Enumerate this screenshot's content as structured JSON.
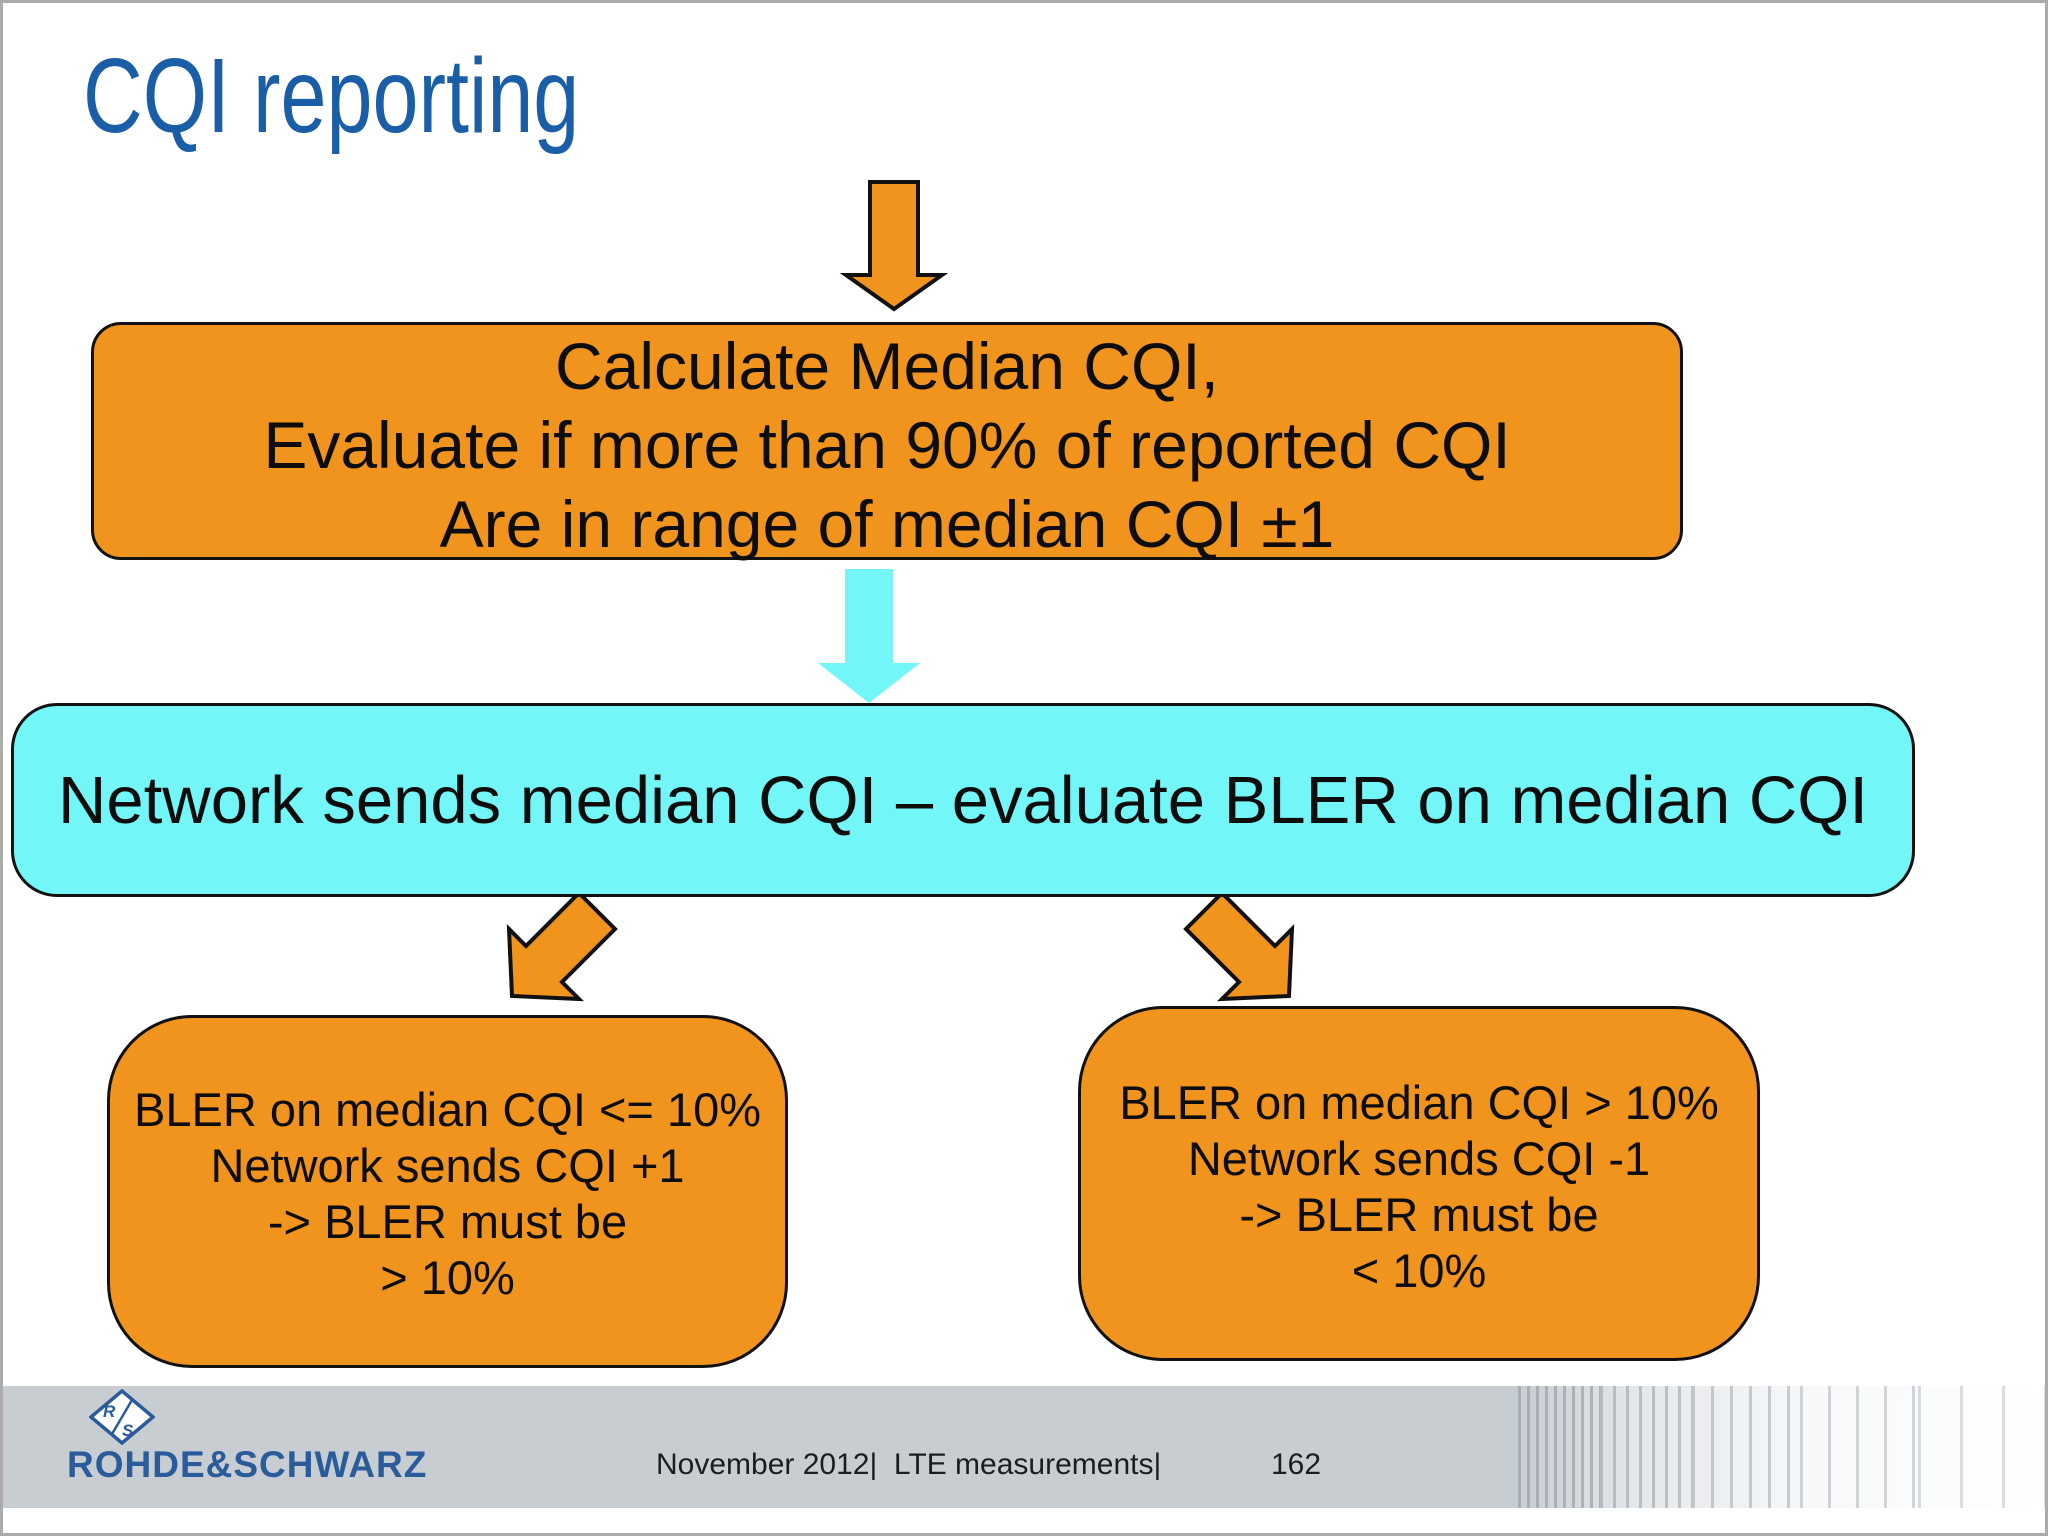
{
  "slide": {
    "title": "CQI reporting"
  },
  "flow": {
    "top_box": {
      "lines": [
        "Calculate Median CQI,",
        "Evaluate if more than 90% of reported CQI",
        "Are in range of median CQI ±1"
      ]
    },
    "middle_box": {
      "text": "Network sends median CQI – evaluate BLER on median CQI"
    },
    "left_box": {
      "lines": [
        "BLER on median CQI <= 10%",
        "Network sends CQI +1",
        "-> BLER must be",
        "> 10%"
      ]
    },
    "right_box": {
      "lines": [
        "BLER on median CQI > 10%",
        "Network sends CQI -1",
        "-> BLER must be",
        "< 10%"
      ]
    }
  },
  "footer": {
    "date_line": "November 2012|  LTE measurements|",
    "page_number": "162",
    "logo_wordmark": "ROHDE&SCHWARZ",
    "logo_r": "R",
    "logo_s": "S"
  },
  "icons": {
    "down_arrow_orange": "block arrow down (orange)",
    "down_arrow_cyan": "block arrow down (cyan)",
    "diag_arrow_left": "block arrow down-left (orange)",
    "diag_arrow_right": "block arrow down-right (orange)"
  },
  "colors": {
    "orange": "#F0941E",
    "cyan": "#73F6F8",
    "title_blue": "#1B5EA8",
    "logo_blue": "#2A5B9B",
    "footer_gray": "#C8CDD2",
    "border_black": "#111111",
    "slide_border_gray": "#ABABAB"
  }
}
